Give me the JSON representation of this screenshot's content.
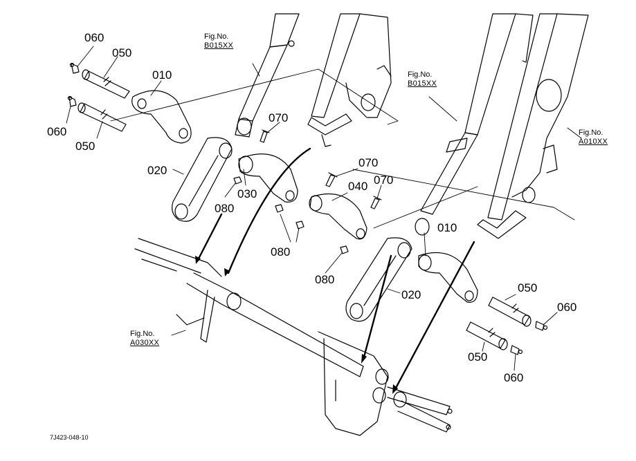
{
  "callouts": {
    "c010a": "010",
    "c010b": "010",
    "c020a": "020",
    "c020b": "020",
    "c030": "030",
    "c040": "040",
    "c050a": "050",
    "c050b": "050",
    "c050c": "050",
    "c050d": "050",
    "c060a": "060",
    "c060b": "060",
    "c060c": "060",
    "c060d": "060",
    "c070a": "070",
    "c070b": "070",
    "c070c": "070",
    "c080a": "080",
    "c080b": "080",
    "c080c": "080"
  },
  "figure_refs": {
    "b015a": {
      "prefix": "Fig.No.",
      "code": "B015XX"
    },
    "b015b": {
      "prefix": "Fig.No.",
      "code": "B015XX"
    },
    "a010": {
      "prefix": "Fig.No.",
      "code": "A010XX"
    },
    "a030": {
      "prefix": "Fig.No.",
      "code": "A030XX"
    }
  },
  "drawing_number": "7J423-048-10"
}
